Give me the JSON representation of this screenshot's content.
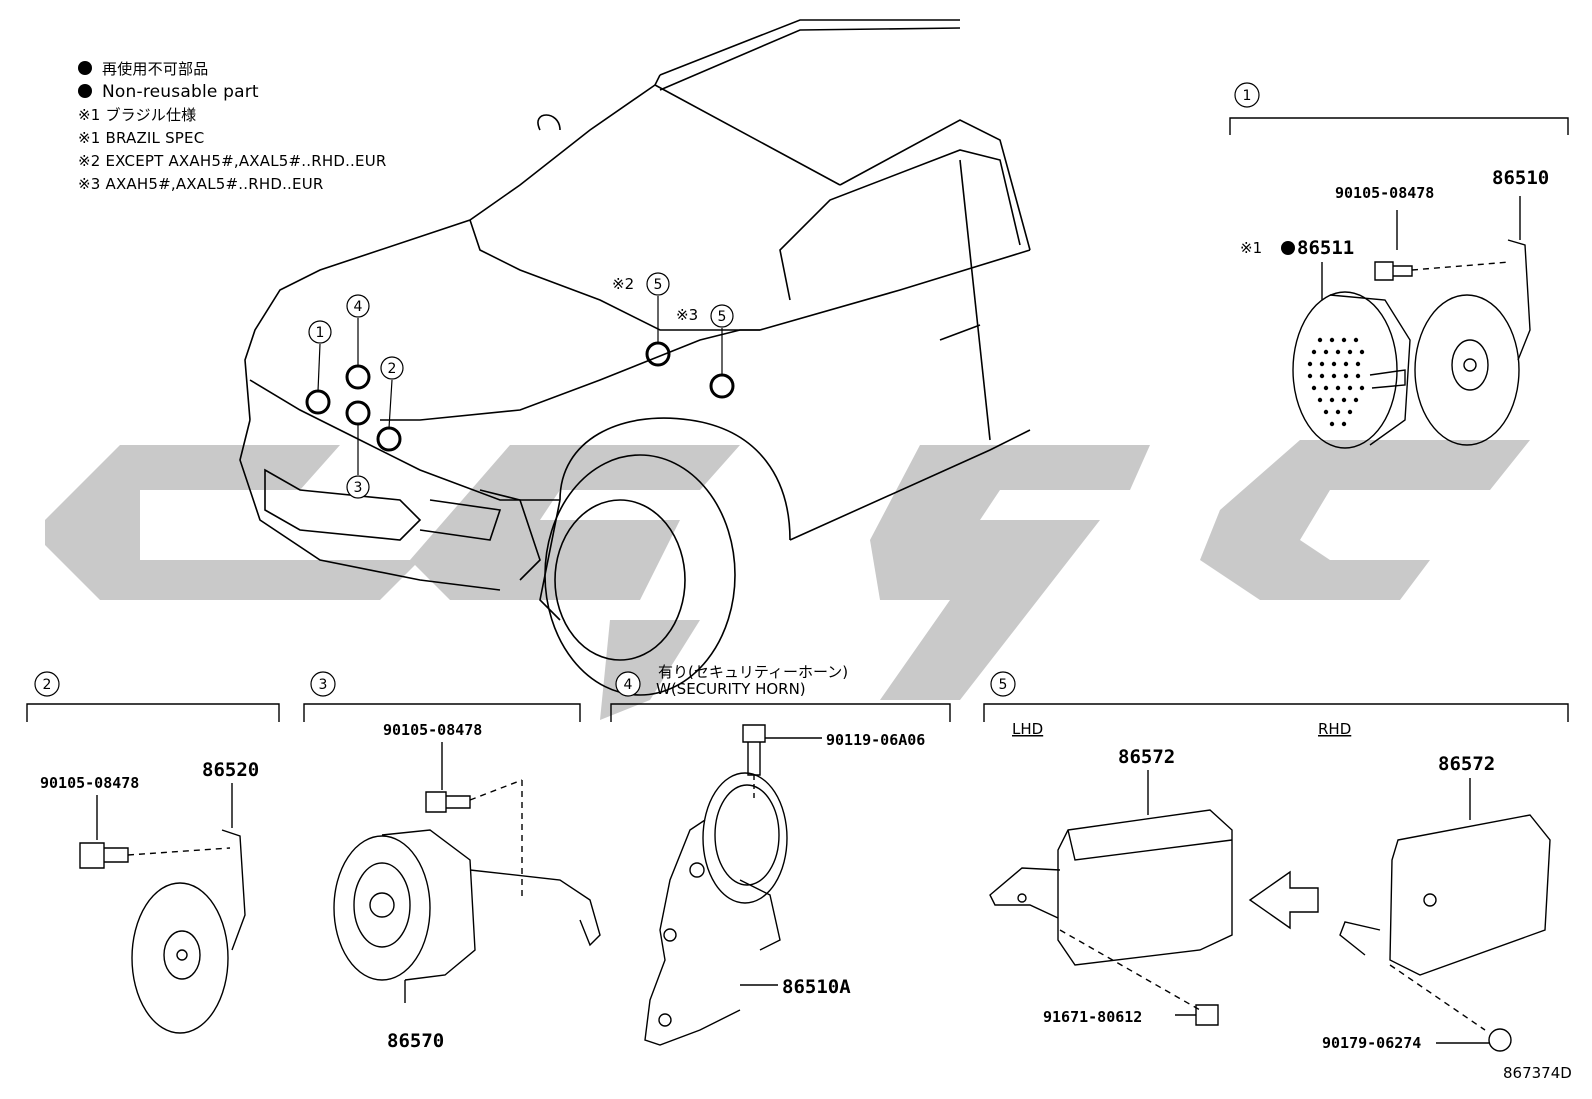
{
  "legend": {
    "non_reusable_jp": "再使用不可部品",
    "non_reusable_en": "Non-reusable part",
    "note1_jp": "※1 ブラジル仕様",
    "note1_en": "※1 BRAZIL SPEC",
    "note2": "※2 EXCEPT AXAH5#,AXAL5#..RHD..EUR",
    "note3": "※3 AXAH5#,AXAL5#..RHD..EUR"
  },
  "callouts": {
    "c1": "1",
    "c2": "2",
    "c3": "3",
    "c4": "4",
    "c5": "5",
    "mark2": "※2",
    "mark3": "※3"
  },
  "group1": {
    "callout": "1",
    "part_horn": "86510",
    "part_bolt": "90105-08478",
    "part_cover_prefix": "※1",
    "part_cover": "86511"
  },
  "group2": {
    "callout": "2",
    "part_horn": "86520",
    "part_bolt": "90105-08478"
  },
  "group3": {
    "callout": "3",
    "part_bolt": "90105-08478",
    "part_siren": "86570"
  },
  "group4": {
    "callout": "4",
    "title_jp": "有り(セキュリティーホーン)",
    "title_en": "W(SECURITY HORN)",
    "part_bolt": "90119-06A06",
    "part_horn": "86510A"
  },
  "group5": {
    "callout": "5",
    "lhd": "LHD",
    "rhd": "RHD",
    "part_lhd": "86572",
    "part_rhd": "86572",
    "bolt_lhd": "91671-80612",
    "bolt_rhd": "90179-06274"
  },
  "drawing_number": "867374D",
  "colors": {
    "line": "#000000",
    "watermark": "#c8c8c8"
  }
}
